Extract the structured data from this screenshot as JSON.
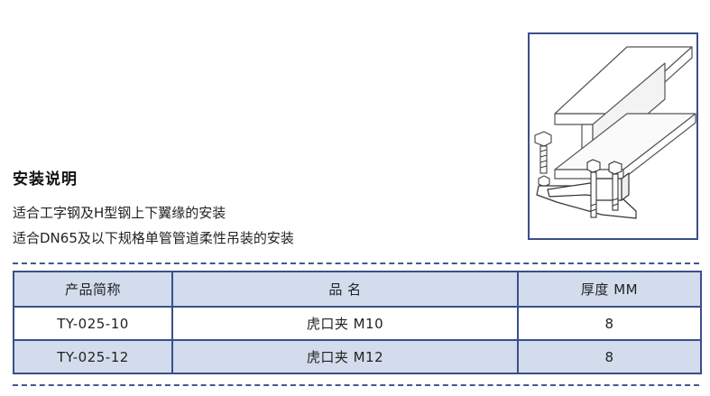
{
  "section": {
    "title": "安装说明",
    "lines": [
      "适合工字钢及H型钢上下翼缘的安装",
      "适合DN65及以下规格单管管道柔性吊装的安装"
    ]
  },
  "table": {
    "headers": [
      "产品简称",
      "品 名",
      "厚度 MM"
    ],
    "rows": [
      [
        "TY-025-10",
        "虎口夹 M10",
        "8"
      ],
      [
        "TY-025-12",
        "虎口夹 M12",
        "8"
      ]
    ]
  },
  "colors": {
    "border": "#3a4f8a",
    "shade": "#d2dcec",
    "dash": "#41598f"
  }
}
